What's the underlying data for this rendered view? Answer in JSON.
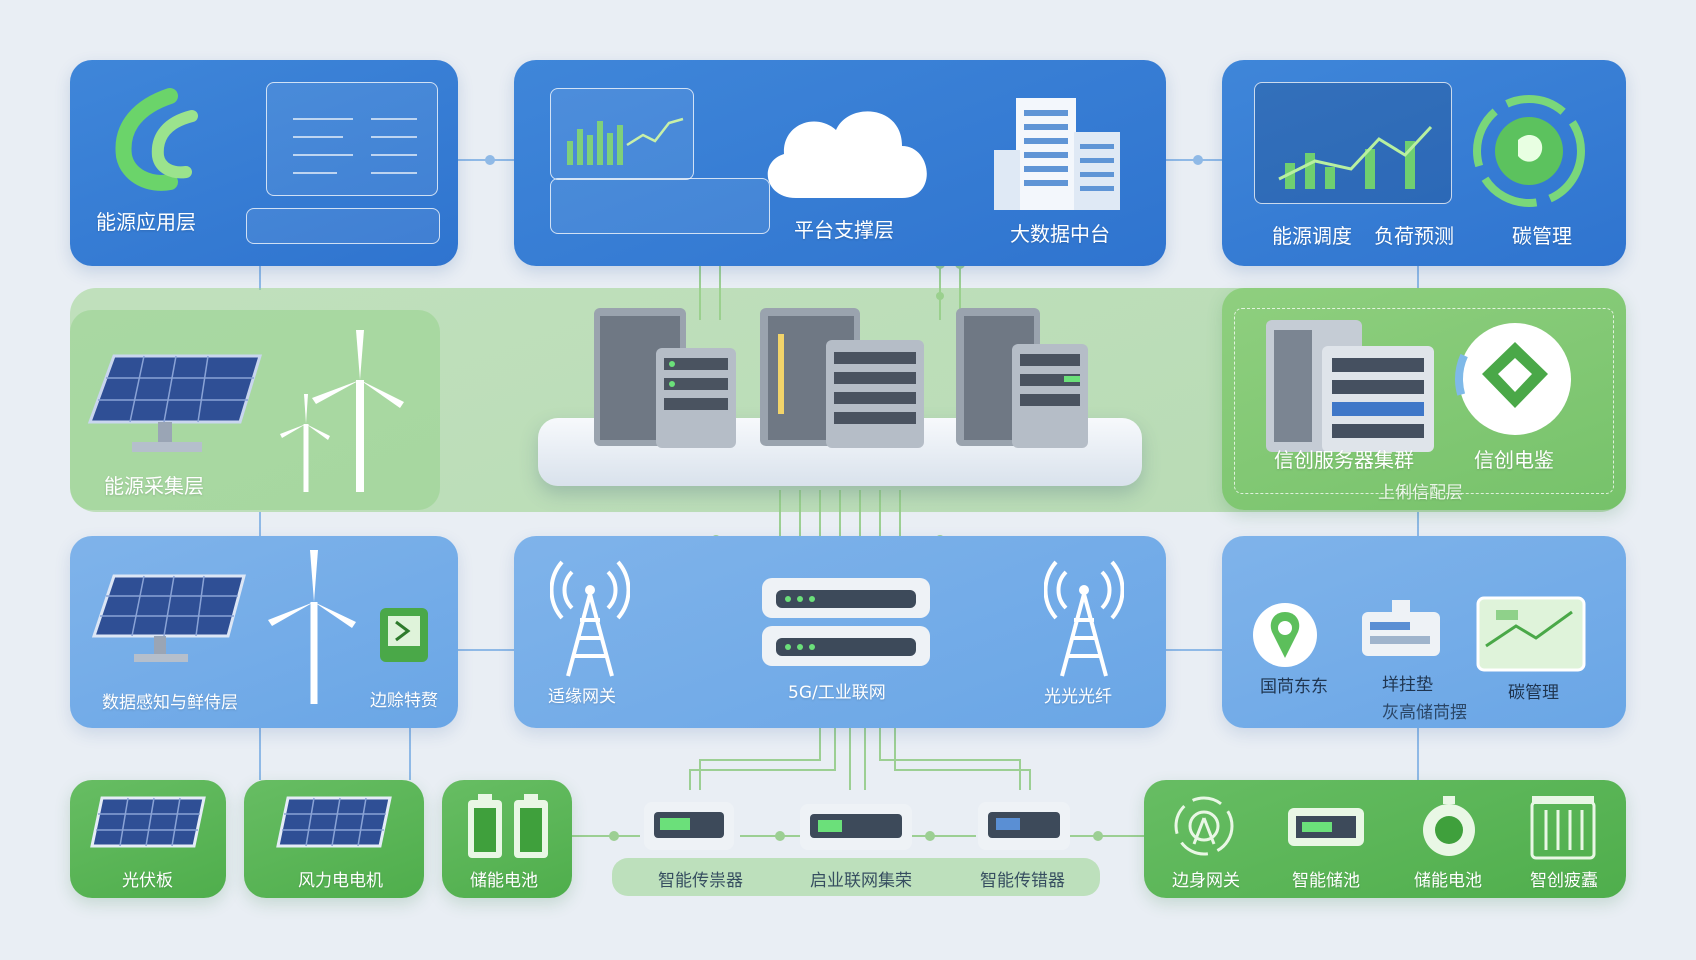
{
  "panels": {
    "energy_app": {
      "label": "能源应用层"
    },
    "platform": {
      "label1": "平台支撑层",
      "label2": "大数据中台"
    },
    "top_right": {
      "label1": "能源调度",
      "label2": "负荷预测",
      "label3": "碳管理"
    },
    "collect": {
      "label": "能源采集层"
    },
    "xinchuang": {
      "label1": "信创服务器集群",
      "label2": "信创电鉴",
      "sublabel": "上俐信配层"
    },
    "sensing": {
      "label1": "数据感知与鲜侍层",
      "label2": "边赊特赘"
    },
    "network": {
      "label1": "适缘网关",
      "label2": "5G/工业联网",
      "label3": "光光光纤"
    },
    "right_mid": {
      "label1": "国苘东东",
      "label2": "垟拄垫",
      "label3": "碳管理",
      "sublabel": "灰高储苘摆"
    },
    "bottom": {
      "pv": "光伏板",
      "wind": "风力电电机",
      "battery": "储能电池",
      "devices_caption": "智能传祟器",
      "devices_caption2": "启业联网集荣",
      "devices_caption3": "智能传错器",
      "right_items": [
        "边身网关",
        "智能储池",
        "储能电池",
        "智创疲蠹"
      ]
    }
  },
  "colors": {
    "blue": "#3f86d9",
    "light_blue": "#7fb3ea",
    "green": "#5bb657",
    "background": "#e9eef4"
  }
}
